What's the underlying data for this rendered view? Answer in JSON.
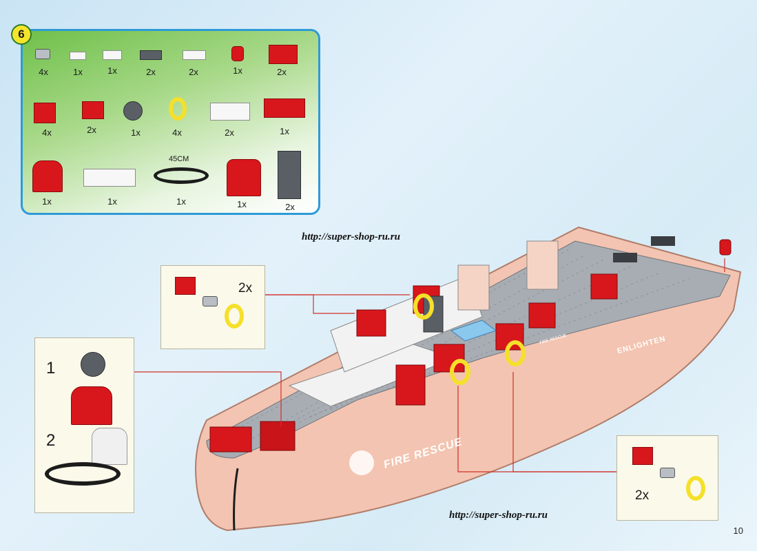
{
  "step": {
    "number": "6"
  },
  "parts": [
    {
      "icon": "gray-pin-icon",
      "qty": "4x"
    },
    {
      "icon": "white-plate-1x2-icon",
      "qty": "1x"
    },
    {
      "icon": "white-clip-plate-icon",
      "qty": "1x"
    },
    {
      "icon": "dark-gray-plate-icon",
      "qty": "2x"
    },
    {
      "icon": "white-plate-1x4-icon",
      "qty": "2x"
    },
    {
      "icon": "red-round-brick-icon",
      "qty": "1x"
    },
    {
      "icon": "red-brick-2x2-icon",
      "qty": "2x"
    },
    {
      "icon": "red-technic-brick-icon",
      "qty": "4x"
    },
    {
      "icon": "red-grille-brick-icon",
      "qty": "2x"
    },
    {
      "icon": "dark-gray-wheel-icon",
      "qty": "1x"
    },
    {
      "icon": "yellow-lifebuoy-icon",
      "qty": "4x"
    },
    {
      "icon": "white-brick-1x4-icon",
      "qty": "2x"
    },
    {
      "icon": "red-brick-1x4-icon",
      "qty": "1x"
    },
    {
      "icon": "red-winch-base-icon",
      "qty": "1x"
    },
    {
      "icon": "white-brick-1x6-icon",
      "qty": "1x"
    },
    {
      "icon": "black-rubber-band-icon",
      "qty": "1x",
      "note": "45CM"
    },
    {
      "icon": "red-slope-brick-icon",
      "qty": "1x"
    },
    {
      "icon": "dark-gray-panel-icon",
      "qty": "2x"
    }
  ],
  "callouts": {
    "top_left": {
      "qty": "2x"
    },
    "left": {
      "step1": "1",
      "step2": "2"
    },
    "bottom_right": {
      "qty": "2x"
    }
  },
  "ship": {
    "hull_text_1": "FIRE RESCUE",
    "hull_text_2": "ENLIGHTEN",
    "hull_text_3": "FIRE RESCUE"
  },
  "urls": {
    "top": "http://super-shop-ru.ru",
    "bottom": "http://super-shop-ru.ru"
  },
  "page_number": "10",
  "colors": {
    "panel_border": "#2e9ad6",
    "brick_red": "#d8171c",
    "hull": "#f3c4b1",
    "deck": "#a8adb3",
    "lifebuoy": "#f5e02a",
    "arrow": "#d0302a"
  }
}
